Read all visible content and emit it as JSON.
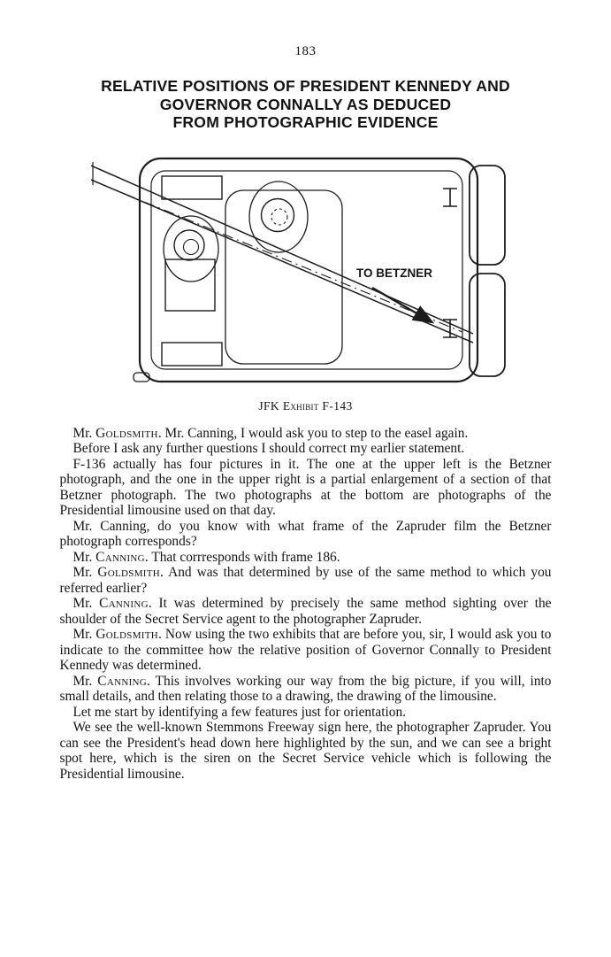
{
  "page": {
    "number": "183",
    "title_lines": [
      "RELATIVE POSITIONS OF PRESIDENT KENNEDY AND",
      "GOVERNOR CONNALLY AS DEDUCED",
      "FROM PHOTOGRAPHIC EVIDENCE"
    ]
  },
  "diagram": {
    "label_to_betzner": "TO BETZNER",
    "caption": {
      "pre": "JFK ",
      "smallcaps": "Exhibit",
      "post": " F-143"
    },
    "ink_color": "#1c1c1c"
  },
  "testimony": {
    "paragraphs": [
      {
        "lead": "Mr. ",
        "name": "Goldsmith",
        "text": ". Mr. Canning, I would ask you to step to the easel again."
      },
      {
        "text": "Before I ask any further questions I should correct my earlier statement."
      },
      {
        "text": "F-136 actually has four pictures in it. The one at the upper left is the Betzner photograph, and the one in the upper right is a partial enlargement of a section of that Betzner photograph. The two photographs at the bottom are photographs of the Presidential limousine used on that day."
      },
      {
        "text": "Mr. Canning, do you know with what frame of the Zapruder film the Betzner photograph corresponds?"
      },
      {
        "lead": "Mr. ",
        "name": "Canning",
        "text": ". That corrresponds with frame 186."
      },
      {
        "lead": "Mr. ",
        "name": "Goldsmith",
        "text": ". And was that determined by use of the same method to which you referred earlier?"
      },
      {
        "lead": "Mr. ",
        "name": "Canning",
        "text": ". It was determined by precisely the same method sighting over the shoulder of the Secret Service agent to the photographer Zapruder."
      },
      {
        "lead": "Mr. ",
        "name": "Goldsmith",
        "text": ". Now using the two exhibits that are before you, sir, I would ask you to indicate to the committee how the relative position of Governor Connally to President Kennedy was determined."
      },
      {
        "lead": "Mr. ",
        "name": "Canning",
        "text": ". This involves working our way from the big picture, if you will, into small details, and then relating those to a drawing, the drawing of the limousine."
      },
      {
        "text": "Let me start by identifying a few features just for orientation."
      },
      {
        "text": "We see the well-known Stemmons Freeway sign here, the photographer Zapruder. You can see the President's head down here highlighted by the sun, and we can see a bright spot here, which is the siren on the Secret Service vehicle which is following the Presidential limousine."
      }
    ]
  }
}
